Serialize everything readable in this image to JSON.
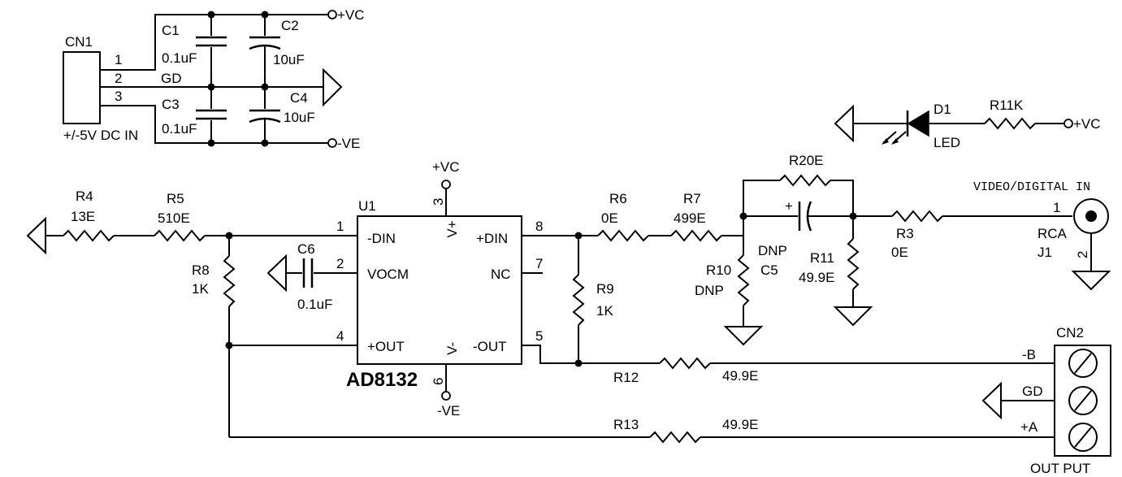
{
  "colors": {
    "ink": "#000000",
    "background": "#ffffff"
  },
  "connector_cn1": {
    "ref": "CN1",
    "pins": [
      "1",
      "2",
      "3"
    ],
    "pin2_net": "GD",
    "label": "+/-5V DC IN"
  },
  "supply": {
    "pos": "+VC",
    "neg": "-VE"
  },
  "caps": {
    "c1": {
      "ref": "C1",
      "value": "0.1uF"
    },
    "c2": {
      "ref": "C2",
      "value": "10uF"
    },
    "c3": {
      "ref": "C3",
      "value": "0.1uF"
    },
    "c4": {
      "ref": "C4",
      "value": "10uF"
    },
    "c5": {
      "ref": "C5",
      "value": "DNP"
    },
    "c6": {
      "ref": "C6",
      "value": "0.1uF"
    }
  },
  "led": {
    "ref": "D1",
    "value": "LED",
    "r_ref": "R11K",
    "supply": "+VC"
  },
  "resistors": {
    "r4": {
      "ref": "R4",
      "value": "13E"
    },
    "r5": {
      "ref": "R5",
      "value": "510E"
    },
    "r8": {
      "ref": "R8",
      "value": "1K"
    },
    "r6": {
      "ref": "R6",
      "value": "0E"
    },
    "r7": {
      "ref": "R7",
      "value": "499E"
    },
    "r9": {
      "ref": "R9",
      "value": "1K"
    },
    "r10": {
      "ref": "R10",
      "value": "DNP"
    },
    "r11": {
      "ref": "R11",
      "value": "49.9E"
    },
    "r20": {
      "ref": "R20E"
    },
    "r3": {
      "ref": "R3",
      "value": "0E"
    },
    "r12": {
      "ref": "R12",
      "value": "49.9E"
    },
    "r13": {
      "ref": "R13",
      "value": "49.9E"
    }
  },
  "ic": {
    "ref": "U1",
    "part": "AD8132",
    "pins": {
      "p1": "1",
      "p2": "2",
      "p3": "3",
      "p4": "4",
      "p5": "5",
      "p6": "6",
      "p7": "7",
      "p8": "8"
    },
    "labels": {
      "din_neg": "-DIN",
      "vocm": "VOCM",
      "out_pos": "+OUT",
      "din_pos": "+DIN",
      "nc": "NC",
      "out_neg": "-OUT",
      "vplus": "V+",
      "vminus": "V-"
    }
  },
  "rca": {
    "title": "VIDEO/DIGITAL IN",
    "pin1": "1",
    "pin2": "2",
    "name": "RCA",
    "ref": "J1"
  },
  "connector_cn2": {
    "ref": "CN2",
    "label": "OUT PUT",
    "pins": [
      "-B",
      "GD",
      "+A"
    ]
  }
}
